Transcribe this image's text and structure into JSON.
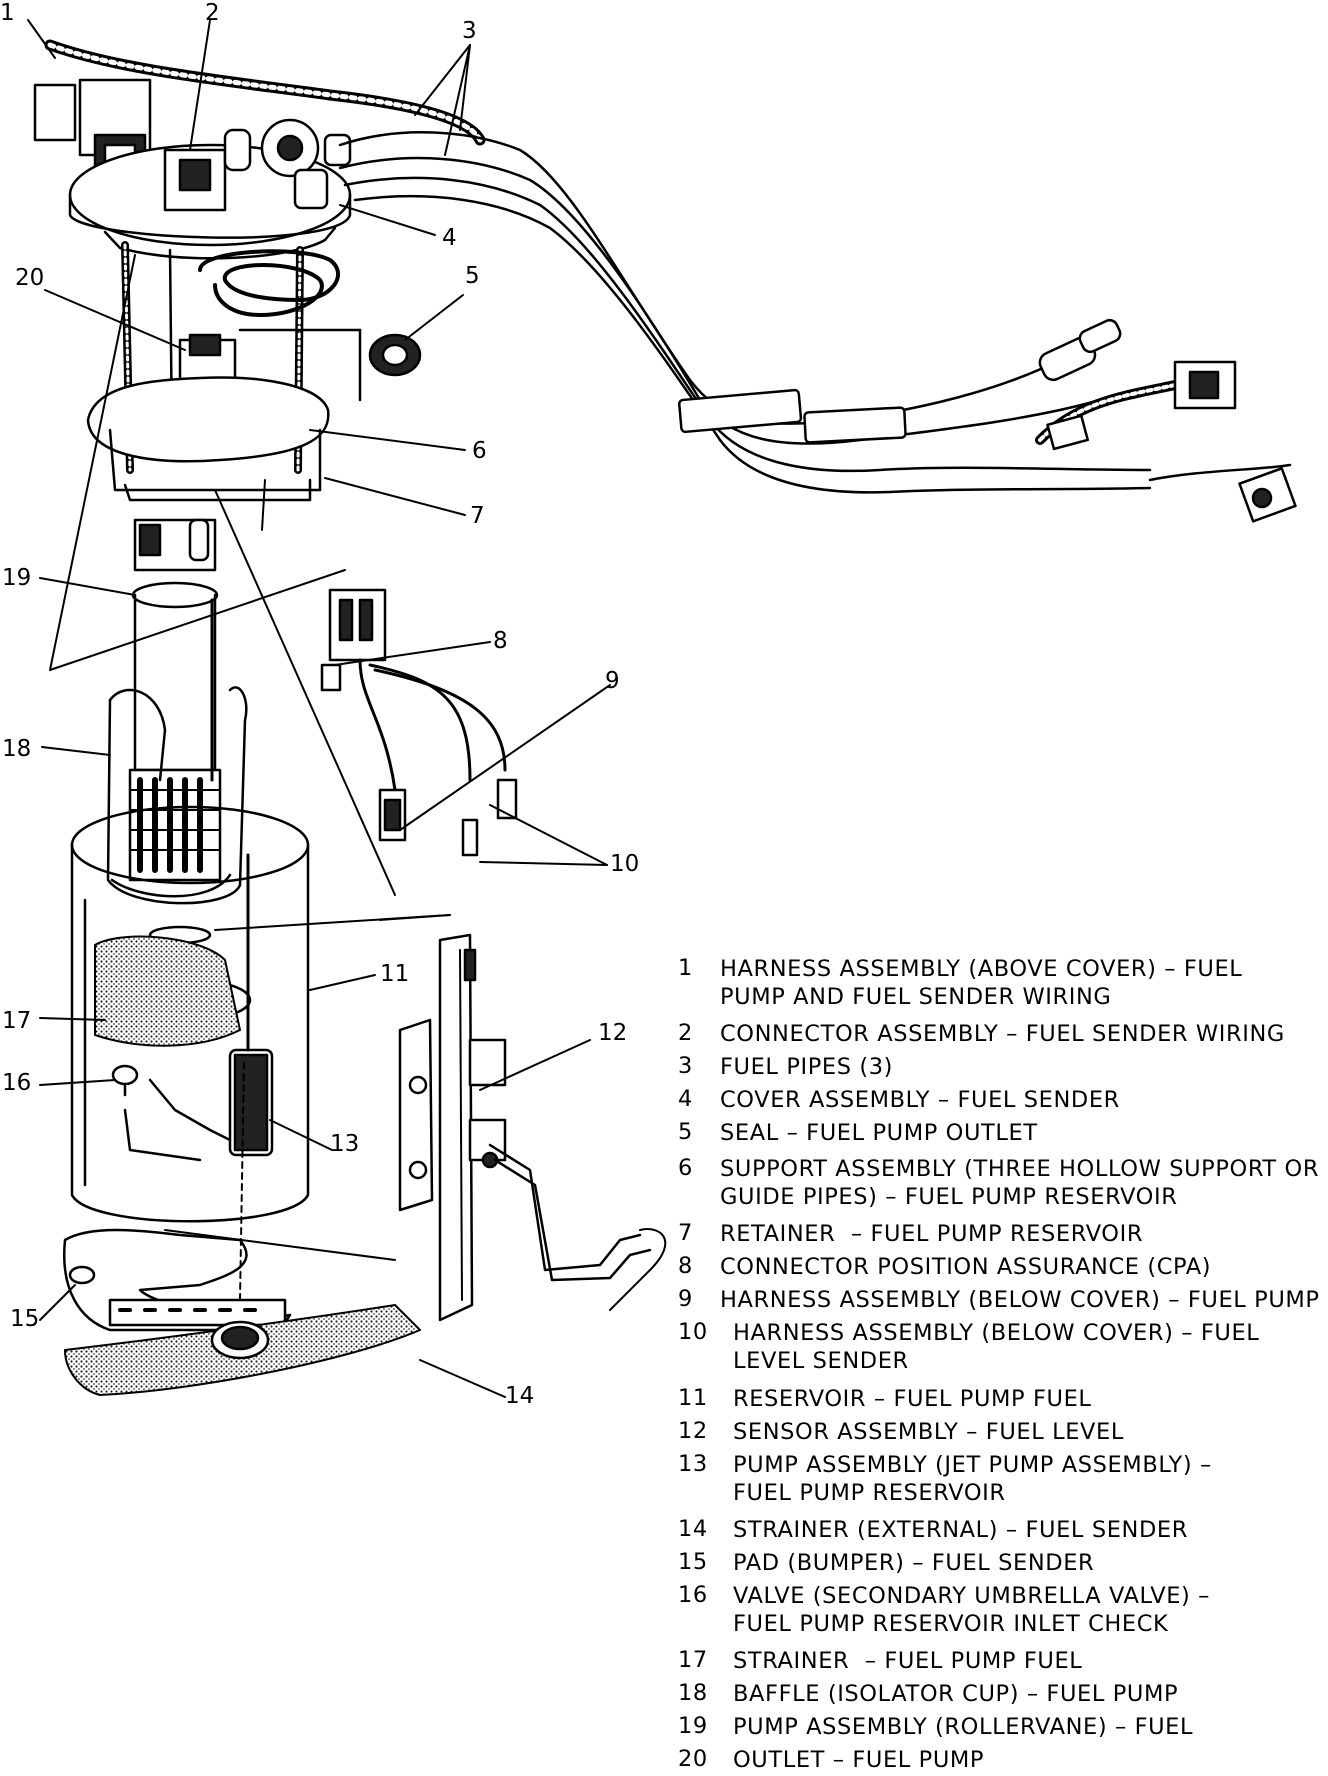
{
  "callouts": [
    "1",
    "2",
    "3",
    "4",
    "5",
    "6",
    "7",
    "8",
    "9",
    "10",
    "11",
    "12",
    "13",
    "14",
    "15",
    "16",
    "17",
    "18",
    "19",
    "20"
  ],
  "legend": [
    {
      "num": "1",
      "text": "HARNESS ASSEMBLY (ABOVE COVER) – FUEL\nPUMP AND FUEL SENDER WIRING"
    },
    {
      "num": "2",
      "text": "CONNECTOR ASSEMBLY – FUEL SENDER WIRING"
    },
    {
      "num": "3",
      "text": "FUEL PIPES (3)"
    },
    {
      "num": "4",
      "text": "COVER ASSEMBLY – FUEL SENDER"
    },
    {
      "num": "5",
      "text": "SEAL – FUEL PUMP OUTLET"
    },
    {
      "num": "6",
      "text": "SUPPORT ASSEMBLY (THREE HOLLOW SUPPORT OR\nGUIDE PIPES) – FUEL PUMP RESERVOIR"
    },
    {
      "num": "7",
      "text": "RETAINER  – FUEL PUMP RESERVOIR"
    },
    {
      "num": "8",
      "text": "CONNECTOR POSITION ASSURANCE (CPA)"
    },
    {
      "num": "9",
      "text": "HARNESS ASSEMBLY (BELOW COVER) – FUEL PUMP"
    },
    {
      "num": "10",
      "text": "HARNESS ASSEMBLY (BELOW COVER) – FUEL\nLEVEL SENDER"
    },
    {
      "num": "11",
      "text": "RESERVOIR – FUEL PUMP FUEL"
    },
    {
      "num": "12",
      "text": "SENSOR ASSEMBLY – FUEL LEVEL"
    },
    {
      "num": "13",
      "text": "PUMP ASSEMBLY (JET PUMP ASSEMBLY) –\nFUEL PUMP RESERVOIR"
    },
    {
      "num": "14",
      "text": "STRAINER (EXTERNAL) – FUEL SENDER"
    },
    {
      "num": "15",
      "text": "PAD (BUMPER) – FUEL SENDER"
    },
    {
      "num": "16",
      "text": "VALVE (SECONDARY UMBRELLA VALVE) –\nFUEL PUMP RESERVOIR INLET CHECK"
    },
    {
      "num": "17",
      "text": "STRAINER  – FUEL PUMP FUEL"
    },
    {
      "num": "18",
      "text": "BAFFLE (ISOLATOR CUP) – FUEL PUMP"
    },
    {
      "num": "19",
      "text": "PUMP ASSEMBLY (ROLLERVANE) – FUEL"
    },
    {
      "num": "20",
      "text": "OUTLET – FUEL PUMP"
    }
  ]
}
